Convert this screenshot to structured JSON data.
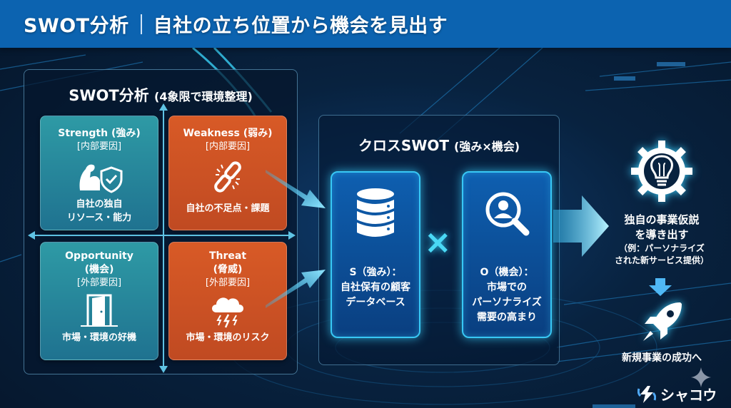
{
  "header": {
    "title_left": "SWOT分析",
    "title_right": "自社の立ち位置から機会を見出す"
  },
  "swot": {
    "title": "SWOT分析",
    "title_sub": "(4象限で環境整理)",
    "quadrants": [
      {
        "name": "Strength (強み)",
        "tag": "[内部要因]",
        "icon": "strength-shield-icon",
        "desc_lines": [
          "自社の独自",
          "リソース・能力"
        ],
        "color": "#2a8fa0"
      },
      {
        "name": "Weakness (弱み)",
        "tag": "[内部要因]",
        "icon": "broken-link-icon",
        "desc_lines": [
          "自社の不足点・課題"
        ],
        "color": "#d2562a"
      },
      {
        "name_lines": [
          "Opportunity",
          "(機会)"
        ],
        "tag": "[外部要因]",
        "icon": "open-door-icon",
        "desc_lines": [
          "市場・環境の好機"
        ],
        "color": "#2a8fa0"
      },
      {
        "name_lines": [
          "Threat",
          "(脅威)"
        ],
        "tag": "[外部要因]",
        "icon": "storm-cloud-icon",
        "desc_lines": [
          "市場・環境のリスク"
        ],
        "color": "#d2562a"
      }
    ]
  },
  "cross": {
    "title": "クロスSWOT",
    "title_sub": "(強み×機会)",
    "operator": "×",
    "cards": [
      {
        "icon": "database-icon",
        "lines": [
          "S（強み）：",
          "自社保有の顧客",
          "データベース"
        ]
      },
      {
        "icon": "search-person-icon",
        "lines": [
          "O（機会）：",
          "市場での",
          "パーソナライズ",
          "需要の高まり"
        ]
      }
    ]
  },
  "result": {
    "icon": "lightbulb-gear-icon",
    "main_lines": [
      "独自の事業仮説",
      "を導き出す"
    ],
    "sub_lines": [
      "（例：パーソナライズ",
      "された新サービス提供）"
    ]
  },
  "final": {
    "icon": "rocket-icon",
    "text": "新規事業の成功へ"
  },
  "logo": {
    "icon": "shakou-logo-icon",
    "text": "シャコウ"
  },
  "colors": {
    "header": "#0c63b0",
    "strength_opportunity": "#2a8fa0",
    "weakness_threat": "#d2562a",
    "glow": "#38c8f5"
  }
}
